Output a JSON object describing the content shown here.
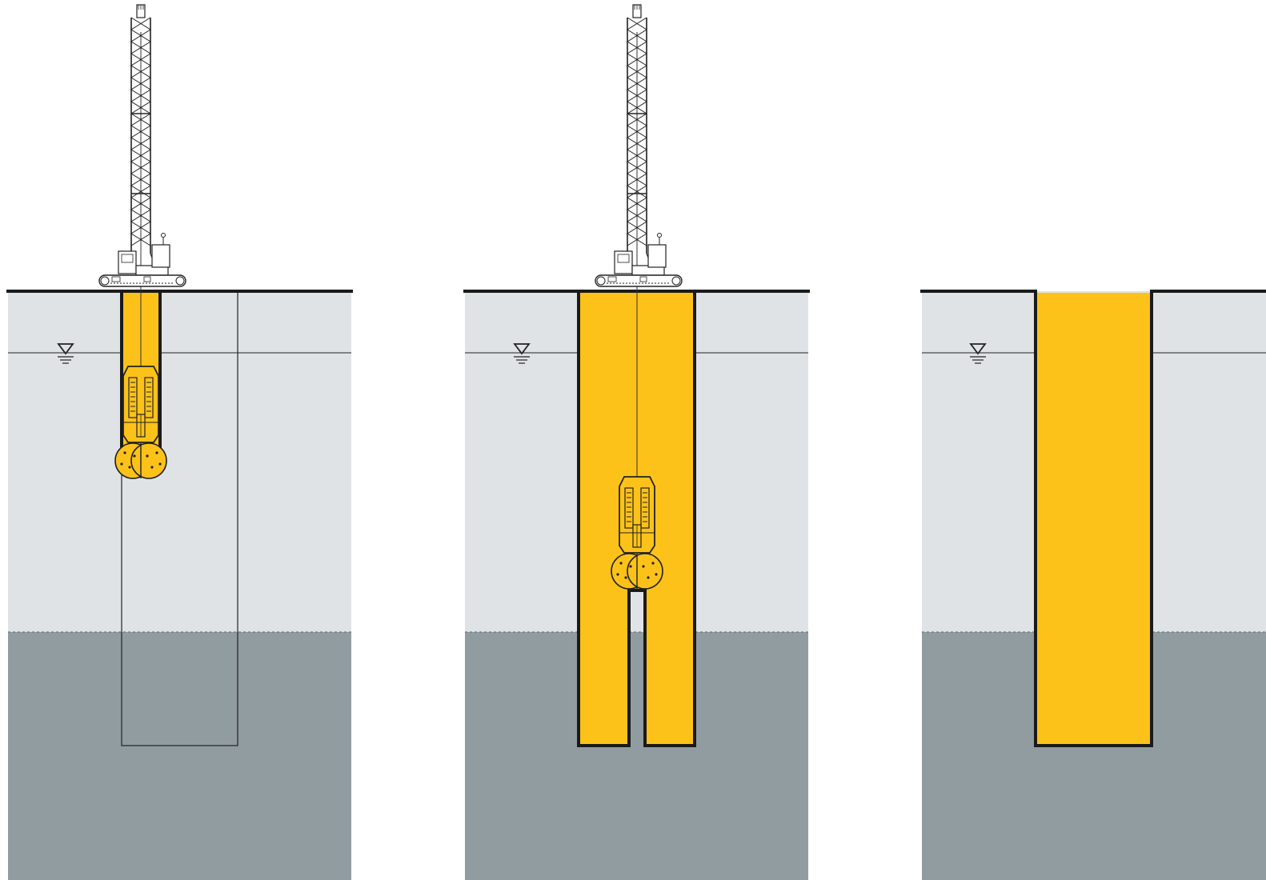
{
  "diagram": {
    "panel_count": 3,
    "colors": {
      "background": "#ffffff",
      "upper_soil": "#dfe3e6",
      "lower_soil": "#919ca1",
      "concrete": "#fcc21a",
      "outline": "#1a1a1a",
      "crane_line": "#333333"
    },
    "icons": [
      "crane-icon",
      "hydrofraise-cutter-icon",
      "water-table-icon"
    ],
    "panels": [
      {
        "step": 1,
        "crane": true,
        "cutter": "shallow",
        "excavation": "first-bite"
      },
      {
        "step": 2,
        "crane": true,
        "cutter": "deep",
        "excavation": "concreted-bites-with-soil-core"
      },
      {
        "step": 3,
        "crane": false,
        "cutter": "none",
        "excavation": "completed-panel"
      }
    ]
  }
}
